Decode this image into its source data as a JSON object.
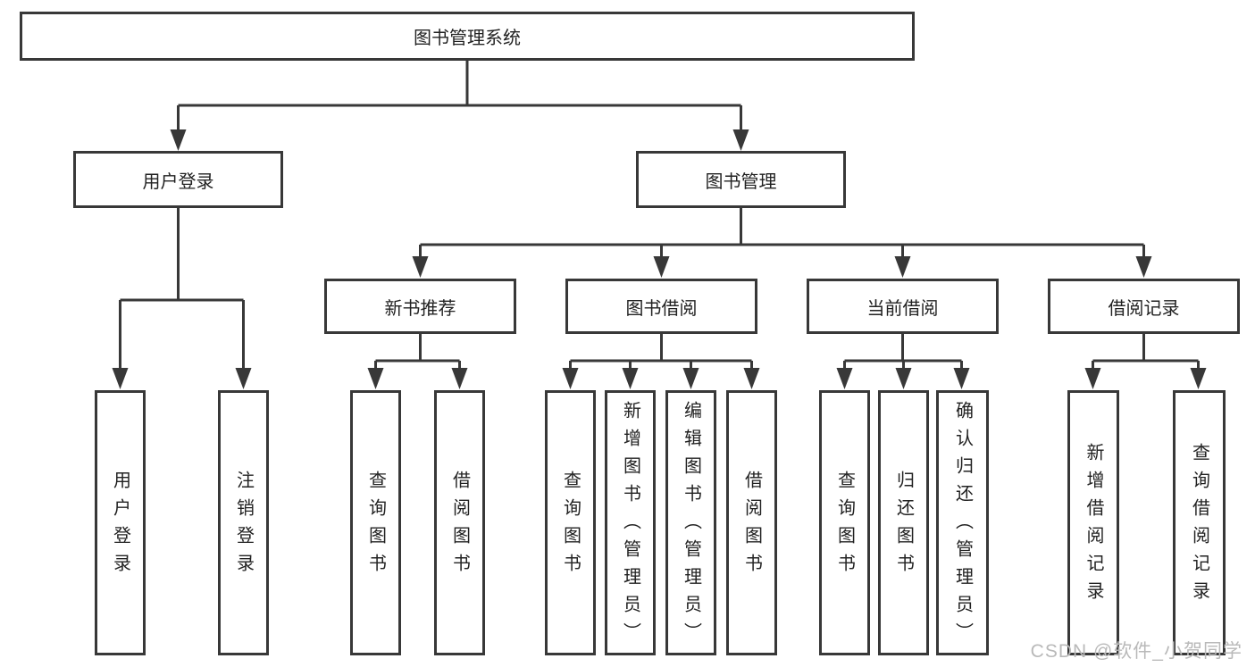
{
  "diagram_title": "图书管理系统",
  "tree": {
    "root": {
      "label": "图书管理系统"
    },
    "children": [
      {
        "label": "用户登录",
        "children": [
          {
            "label": "用户登录"
          },
          {
            "label": "注销登录"
          }
        ]
      },
      {
        "label": "图书管理",
        "children": [
          {
            "label": "新书推荐",
            "children": [
              {
                "label": "查询图书"
              },
              {
                "label": "借阅图书"
              }
            ]
          },
          {
            "label": "图书借阅",
            "children": [
              {
                "label": "查询图书"
              },
              {
                "label": "新增图书（管理员）"
              },
              {
                "label": "编辑图书（管理员）"
              },
              {
                "label": "借阅图书"
              }
            ]
          },
          {
            "label": "当前借阅",
            "children": [
              {
                "label": "查询图书"
              },
              {
                "label": "归还图书"
              },
              {
                "label": "确认归还（管理员）"
              }
            ]
          },
          {
            "label": "借阅记录",
            "children": [
              {
                "label": "新增借阅记录"
              },
              {
                "label": "查询借阅记录"
              }
            ]
          }
        ]
      }
    ]
  },
  "watermark": {
    "text": "CSDN @软件_小贺同学"
  },
  "colors": {
    "line": "#383838",
    "box_border": "#383838",
    "box_fill": "#ffffff",
    "text": "#222222",
    "watermark": "#b9b9b9",
    "background": "#ffffff"
  }
}
